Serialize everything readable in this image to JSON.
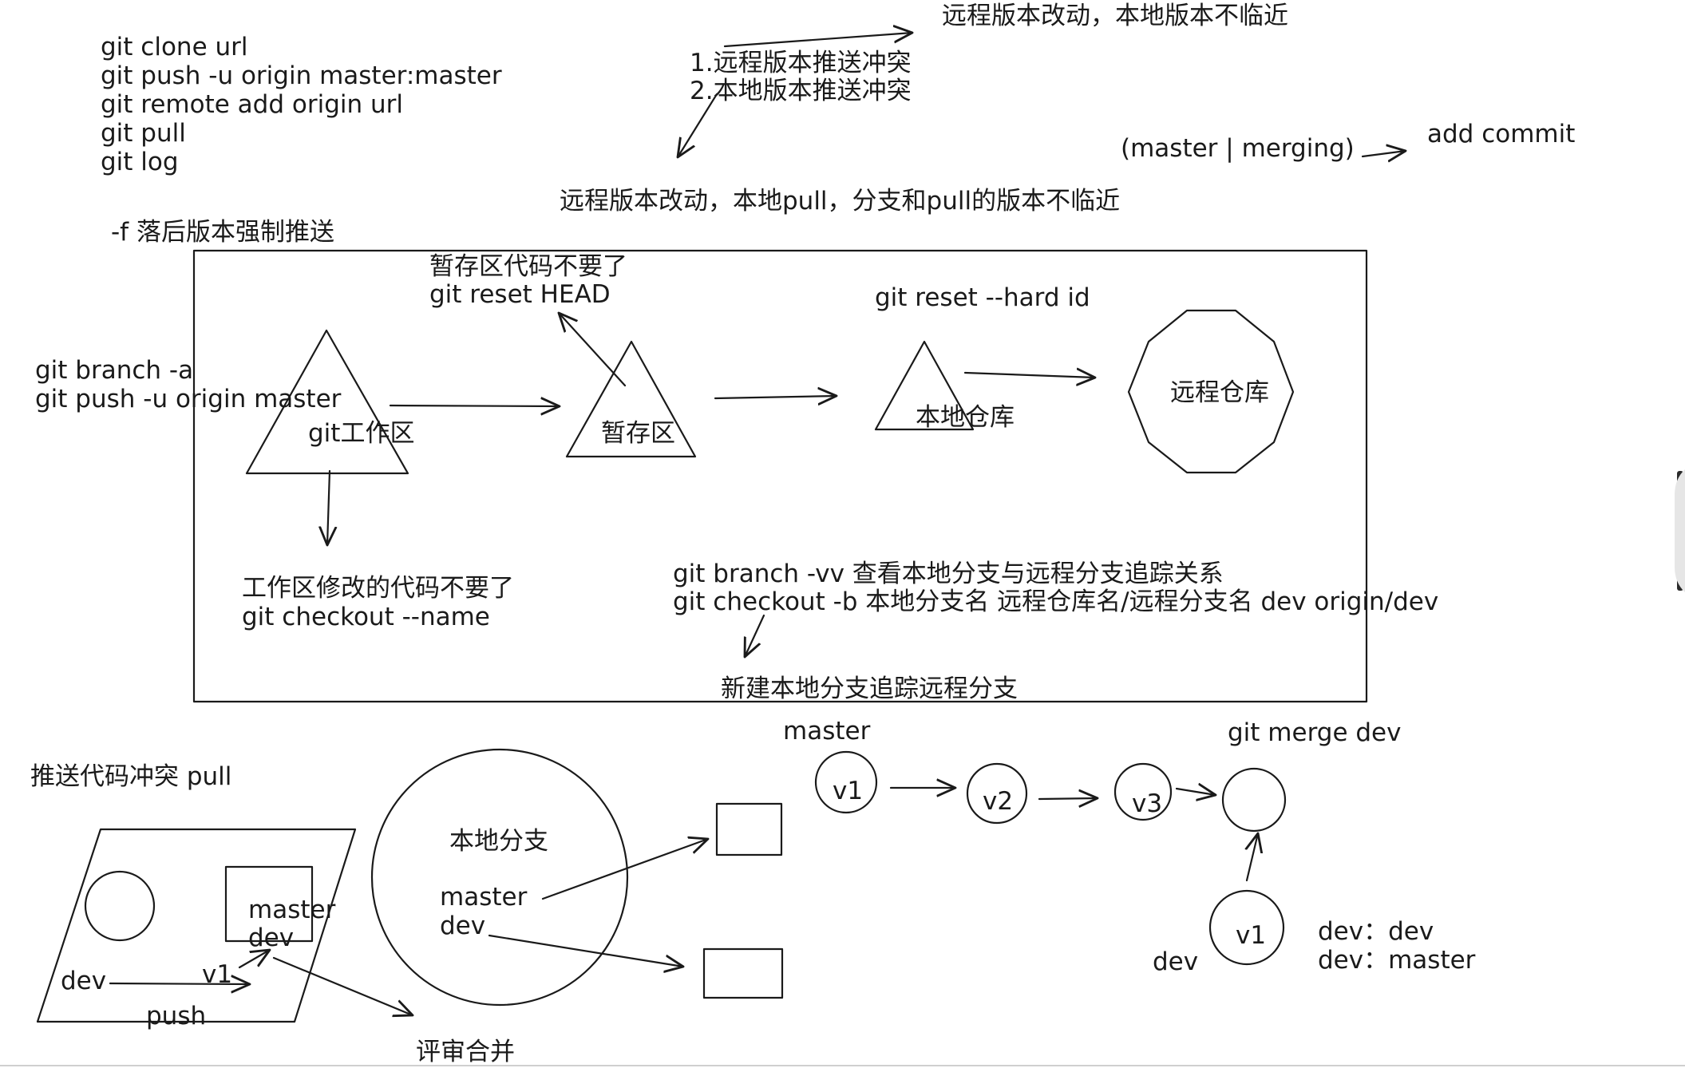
{
  "texts": {
    "cmd_clone": "git clone url",
    "cmd_push_master": "git push -u origin master:master",
    "cmd_remote_add": "git remote add origin url",
    "cmd_pull": "git pull",
    "cmd_log": "git log",
    "force_push": "-f 落后版本强制推送",
    "conflict_1": "1.远程版本推送冲突",
    "conflict_2": "2.本地版本推送冲突",
    "remote_changed_local_not_near": "远程版本改动，本地版本不临近",
    "remote_changed_pull": "远程版本改动，本地pull，分支和pull的版本不临近",
    "merging_state": "(master | merging)",
    "add_commit": "add commit",
    "stage_discard": "暂存区代码不要了",
    "reset_head": "git reset HEAD",
    "reset_hard": "git reset --hard id",
    "branch_a": "git branch -a",
    "push_origin_master": "git push -u origin master",
    "workspace": "git工作区",
    "stage": "暂存区",
    "local_repo": "本地仓库",
    "remote_repo": "远程仓库",
    "workspace_discard": "工作区修改的代码不要了",
    "checkout_name": "git checkout --name",
    "branch_vv": "git branch -vv 查看本地分支与远程分支追踪关系",
    "checkout_b": "git checkout -b 本地分支名  远程仓库名/远程分支名  dev origin/dev",
    "new_tracking_branch": "新建本地分支追踪远程分支",
    "push_conflict_pull": "推送代码冲突  pull",
    "left_master": "master",
    "left_dev_in_box": "dev",
    "left_dev": "dev",
    "left_v1": "v1",
    "left_push": "push",
    "review_merge": "评审合并",
    "local_branch": "本地分支",
    "local_branch_master": "master",
    "local_branch_dev": "dev",
    "timeline_master": "master",
    "git_merge_dev": "git merge dev",
    "timeline_v1": "v1",
    "timeline_v2": "v2",
    "timeline_v3": "v3",
    "dev_v1": "v1",
    "dev_label": "dev",
    "dev_dev": "dev：dev",
    "dev_master": "dev：master"
  }
}
